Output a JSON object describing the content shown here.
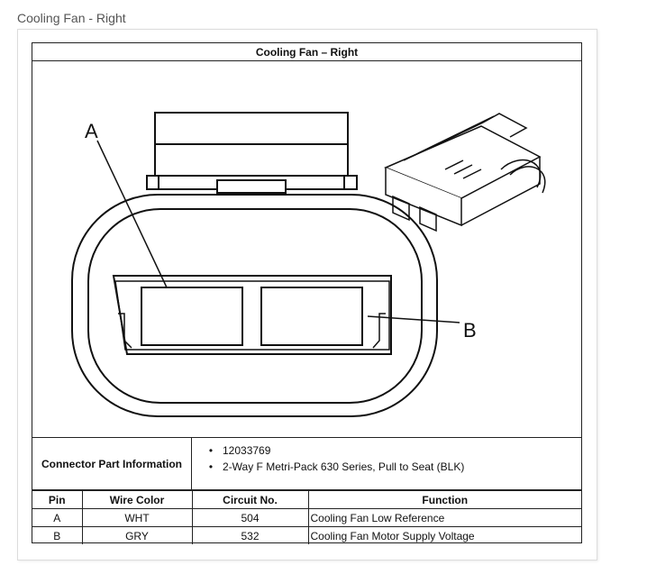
{
  "page": {
    "title": "Cooling Fan - Right"
  },
  "diagram": {
    "title": "Cooling Fan – Right",
    "callouts": [
      "A",
      "B"
    ]
  },
  "part_info": {
    "label": "Connector Part Information",
    "items": [
      "12033769",
      "2-Way F Metri-Pack 630 Series, Pull to Seat (BLK)"
    ]
  },
  "pin_table": {
    "headers": [
      "Pin",
      "Wire Color",
      "Circuit No.",
      "Function"
    ],
    "rows": [
      [
        "A",
        "WHT",
        "504",
        "Cooling Fan Low Reference"
      ],
      [
        "B",
        "GRY",
        "532",
        "Cooling Fan Motor Supply Voltage"
      ]
    ]
  }
}
